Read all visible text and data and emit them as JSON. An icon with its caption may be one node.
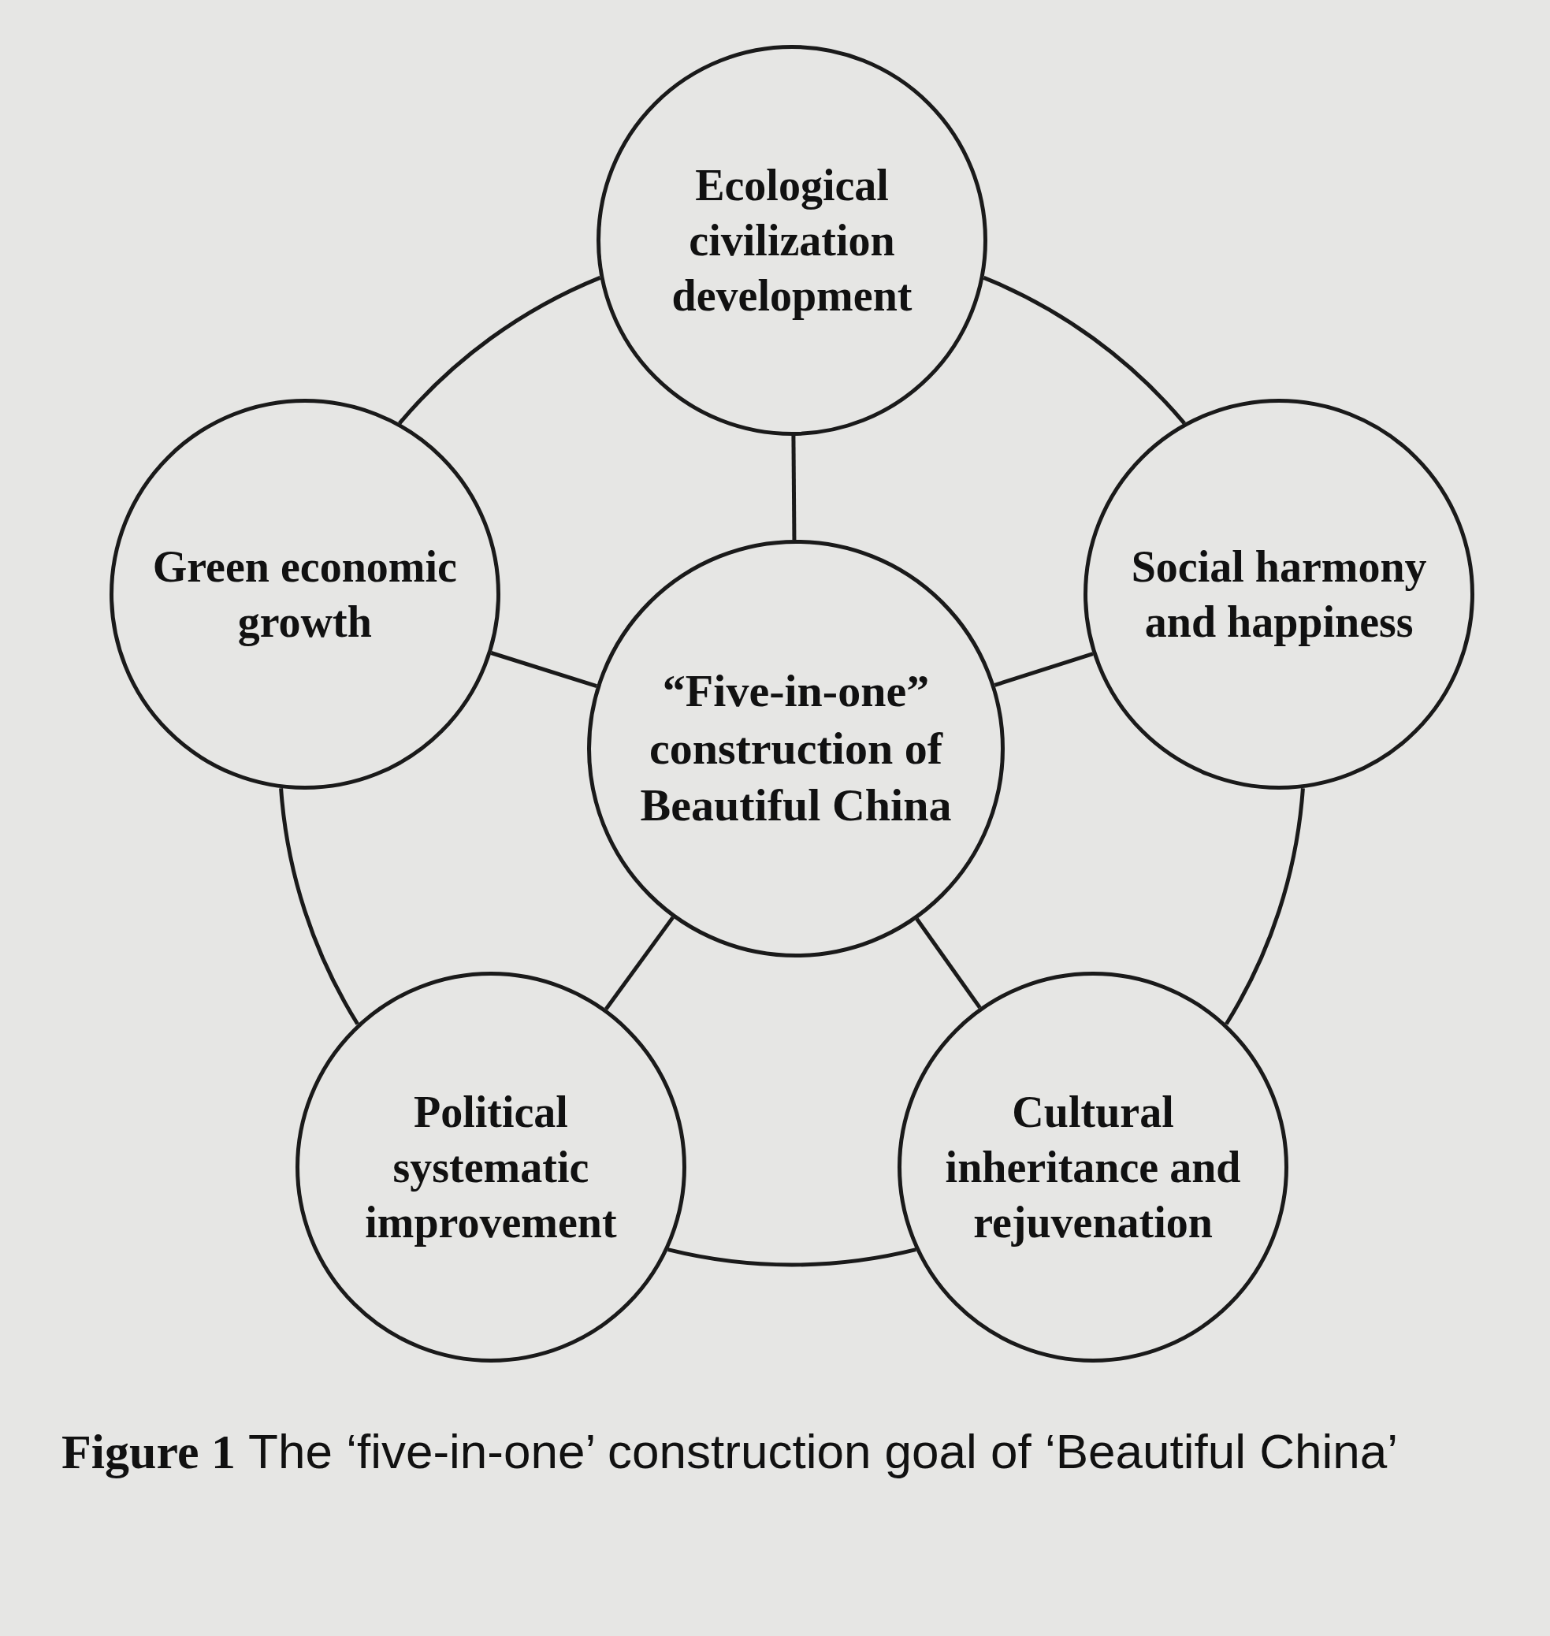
{
  "diagram": {
    "caption": "**Figure 1**   The ‘five-in-one’ construction goal of ‘Beautiful China’",
    "nodes": [
      {
        "text": [
          "Ecological civilization development"
        ]
      },
      {
        "text": [
          "Green economic growth"
        ]
      },
      {
        "text": [
          "Social harmony and happiness"
        ]
      },
      {
        "text": [
          "“Five-in-one” construction of Beautiful China"
        ]
      },
      {
        "text": [
          "Political systematic improvement"
        ]
      },
      {
        "text": [
          "Cultural inheritance and rejuvenation"
        ]
      }
    ],
    "edges": [
      {
        "from": 3,
        "to": 0,
        "arrow": "none"
      },
      {
        "from": 3,
        "to": 1,
        "arrow": "none"
      },
      {
        "from": 3,
        "to": 2,
        "arrow": "none"
      },
      {
        "from": 3,
        "to": 4,
        "arrow": "none"
      },
      {
        "from": 3,
        "to": 5,
        "arrow": "none"
      },
      {
        "from": 0,
        "to": 2,
        "arrow": "none"
      },
      {
        "from": 2,
        "to": 5,
        "arrow": "none"
      },
      {
        "from": 5,
        "to": 4,
        "arrow": "none"
      },
      {
        "from": 4,
        "to": 1,
        "arrow": "none"
      },
      {
        "from": 1,
        "to": 0,
        "arrow": "none"
      }
    ]
  }
}
